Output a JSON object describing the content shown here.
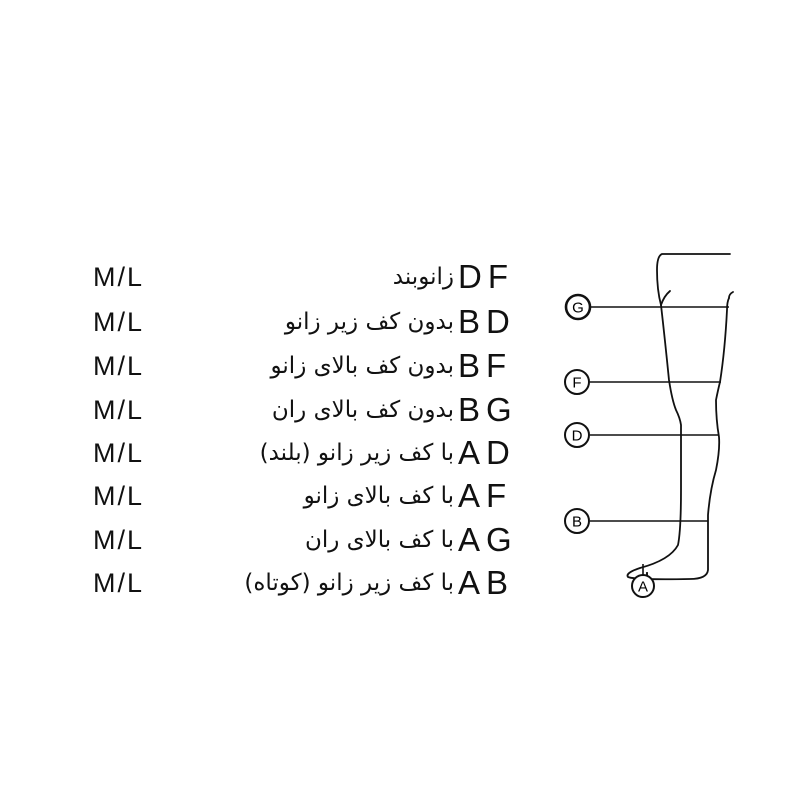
{
  "rows": [
    {
      "size": "M/L",
      "description": "زانوبند",
      "code": "DF"
    },
    {
      "size": "M/L",
      "description": "بدون کف زیر زانو",
      "code": "BD"
    },
    {
      "size": "M/L",
      "description": "بدون کف بالای زانو",
      "code": "BF"
    },
    {
      "size": "M/L",
      "description": "بدون کف بالای ران",
      "code": "BG"
    },
    {
      "size": "M/L",
      "description": "با کف زیر زانو (بلند)",
      "code": "AD"
    },
    {
      "size": "M/L",
      "description": "با کف بالای زانو",
      "code": "AF"
    },
    {
      "size": "M/L",
      "description": "با کف بالای ران",
      "code": "AG"
    },
    {
      "size": "M/L",
      "description": "با کف زیر زانو (کوتاه)",
      "code": "AB"
    }
  ],
  "diagram": {
    "markers": [
      {
        "label": "G"
      },
      {
        "label": "F"
      },
      {
        "label": "D"
      },
      {
        "label": "B"
      },
      {
        "label": "A"
      }
    ]
  }
}
